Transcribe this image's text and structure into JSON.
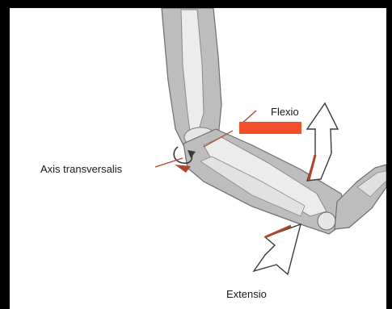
{
  "labels": {
    "flexio": "Flexio",
    "axis": "Axis transversalis",
    "extensio": "Extensio"
  },
  "colors": {
    "background": "#000000",
    "panel": "#ffffff",
    "bone_fill": "#e9e9e9",
    "limb_fill": "#bdbdbd",
    "outline": "#6e6e6e",
    "arrow_fill": "#ffffff",
    "arrow_accent": "#b0452a",
    "redaction": "#f2502a"
  },
  "illustration": {
    "subject": "arm-flexion-extension-diagram",
    "icons": [
      "upper-arm",
      "forearm",
      "hand",
      "flexion-arrow",
      "extension-arrow",
      "axis-rotation-arrow"
    ]
  }
}
